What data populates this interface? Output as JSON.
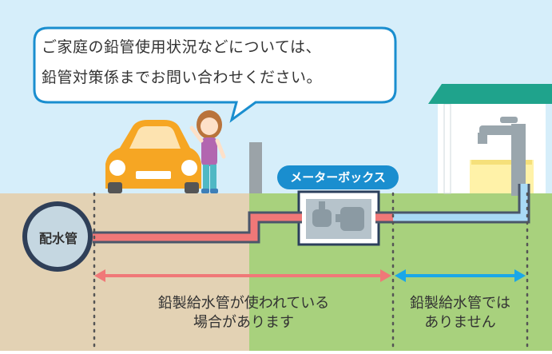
{
  "bubble": {
    "line1": "ご家庭の鉛管使用状況などについては、",
    "line2": "鉛管対策係までお問い合わせください。"
  },
  "labels": {
    "main_pipe": "配水管",
    "meter_box": "メーターボックス",
    "lead_used_line1": "鉛製給水管が使われている",
    "lead_used_line2": "場合があります",
    "no_lead_line1": "鉛製給水管では",
    "no_lead_line2": "ありません"
  },
  "colors": {
    "sky": "#d6eefa",
    "ground_public": "#e3d2b4",
    "ground_private": "#a8d17d",
    "lead_pipe": "#f07878",
    "service_pipe": "#2a9fe0",
    "car": "#f6a623",
    "badge": "#1a8ecf"
  }
}
